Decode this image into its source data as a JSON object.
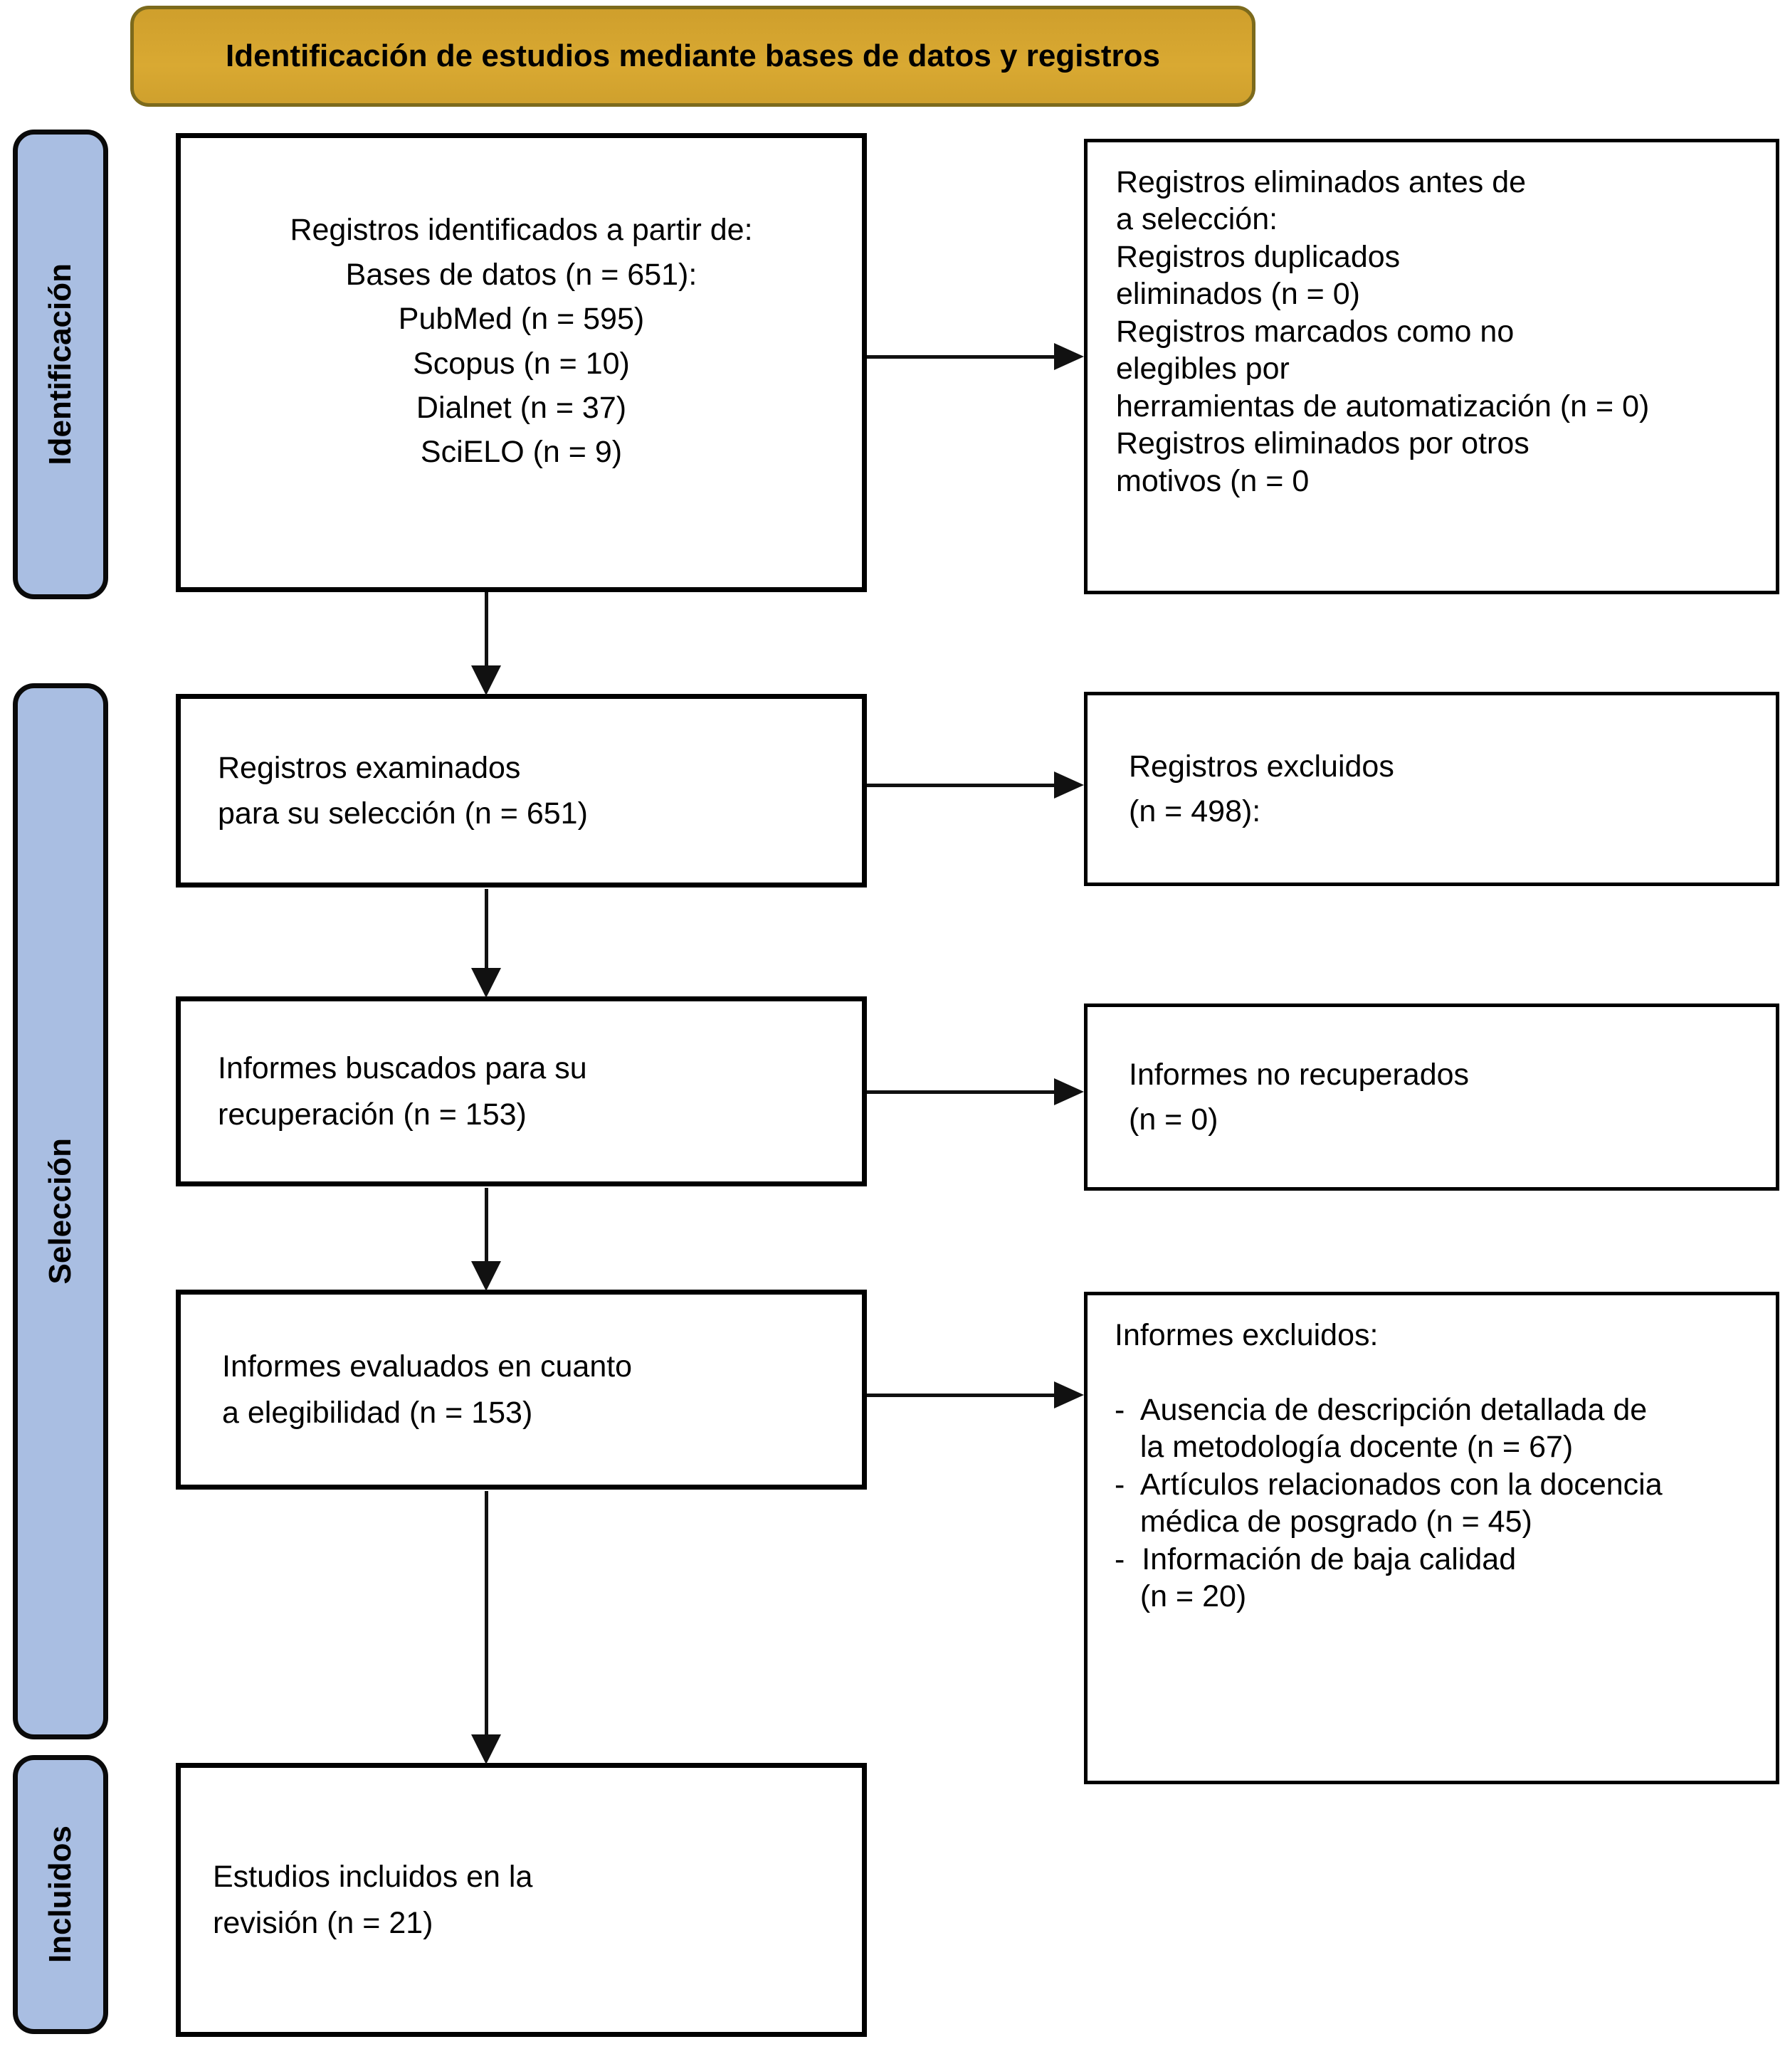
{
  "banner": {
    "title": "Identificación de estudios mediante bases de datos y registros",
    "fill_color": "#D5A42E",
    "border_color": "#7C6A1C"
  },
  "stages": [
    {
      "label": "Identificación"
    },
    {
      "label": "Selección"
    },
    {
      "label": "Incluidos"
    }
  ],
  "colors": {
    "stage_fill": "#A9BEE2",
    "box_border": "#000000",
    "arrow": "#111111"
  },
  "flow": {
    "identified": "Registros identificados a partir de:\nBases de datos (n = 651):\nPubMed (n = 595)\nScopus (n = 10)\nDialnet (n = 37)\nSciELO (n = 9)",
    "removed_before": "Registros eliminados antes de\na selección:\nRegistros duplicados\neliminados (n = 0)\nRegistros marcados como no\nelegibles por\nherramientas de automatización (n = 0)\nRegistros eliminados por otros\nmotivos (n = 0",
    "screened": "Registros examinados\npara su selección (n = 651)",
    "excluded": "Registros excluidos\n(n = 498):",
    "sought": "Informes buscados para su\nrecuperación (n = 153)",
    "not_retrieved": "Informes no recuperados\n(n = 0)",
    "assessed": "Informes evaluados en cuanto\na elegibilidad (n = 153)",
    "reports_excluded": "Informes excluidos:\n\n-  Ausencia de descripción detallada de\n   la metodología docente (n = 67)\n-  Artículos relacionados con la docencia\n   médica de posgrado (n = 45)\n-  Información de baja calidad\n   (n = 20)",
    "included": "Estudios incluidos en la\nrevisión (n = 21)"
  }
}
